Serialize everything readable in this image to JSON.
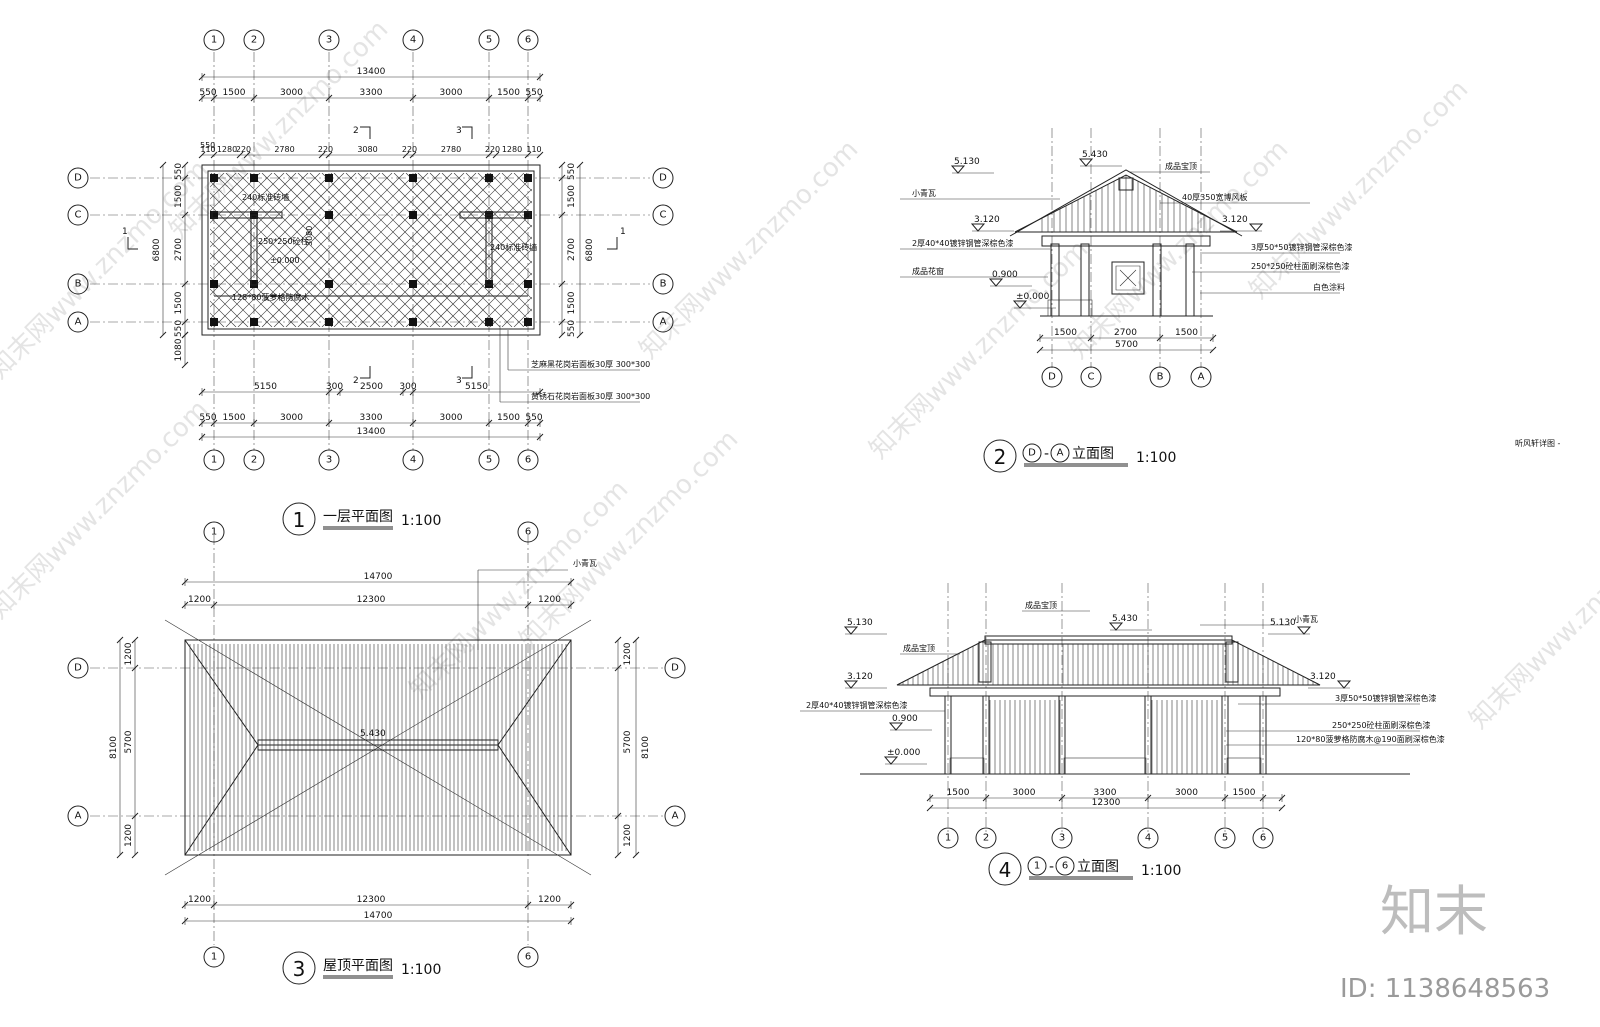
{
  "axes": {
    "numbers": [
      "1",
      "2",
      "3",
      "4",
      "5",
      "6"
    ],
    "letters": [
      "A",
      "B",
      "C",
      "D"
    ]
  },
  "plan1": {
    "title_num": "1",
    "title": "一层平面图",
    "scale": "1:100",
    "top_overall": "13400",
    "top_dims": [
      "550",
      "1500",
      "3000",
      "3300",
      "3000",
      "1500",
      "550"
    ],
    "col_dims": [
      "110",
      "1280",
      "220",
      "2780",
      "220",
      "3080",
      "220",
      "2780",
      "220",
      "1280",
      "110"
    ],
    "left_top": "550",
    "bottom_dims": [
      "5150",
      "300",
      "2500",
      "300",
      "5150"
    ],
    "bottom2_dims": [
      "550",
      "1500",
      "3000",
      "3300",
      "3000",
      "1500",
      "550"
    ],
    "bottom_overall": "13400",
    "side_outer": "6800",
    "side_dims": [
      "550",
      "1500",
      "2700",
      "1500",
      "550"
    ],
    "side_low": "1080",
    "section_marks": [
      "1",
      "2",
      "3"
    ],
    "inner_labels": [
      "240标准砖墙",
      "250*250砼柱",
      "±0.000",
      "3080",
      "128*80菠萝格防腐木",
      "240标准砖墙"
    ],
    "notes": [
      "芝麻黑花岗岩面板30厚 300*300",
      "黄锈石花岗岩面板30厚 300*300"
    ]
  },
  "elev2": {
    "title_num": "2",
    "title_from": "D",
    "title_to": "A",
    "title_suffix": "立面图",
    "scale": "1:100",
    "levels": [
      "5.430",
      "5.130",
      "3.120",
      "3.120",
      "0.900",
      "±0.000"
    ],
    "dims": [
      "1500",
      "2700",
      "1500"
    ],
    "overall": "5700",
    "axis_order": [
      "D",
      "C",
      "B",
      "A"
    ],
    "left_notes": [
      "小青瓦",
      "2厚40*40镀锌钢管深棕色漆",
      "成品花窗"
    ],
    "right_notes": [
      "成品宝顶",
      "40厚350宽博风板",
      "3厚50*50镀锌钢管深棕色漆",
      "250*250砼柱面刷深棕色漆",
      "白色涂料"
    ],
    "sheet_label": "听风轩详图 -"
  },
  "roof3": {
    "title_num": "3",
    "title": "屋顶平面图",
    "scale": "1:100",
    "top_overall": "14700",
    "top_dims": [
      "1200",
      "12300",
      "1200"
    ],
    "bottom_dims": [
      "1200",
      "12300",
      "1200"
    ],
    "bottom_overall": "14700",
    "side_overall": "8100",
    "side_dims": [
      "1200",
      "5700",
      "1200"
    ],
    "level": "5.430",
    "note": "小青瓦"
  },
  "elev4": {
    "title_num": "4",
    "title_from": "1",
    "title_to": "6",
    "title_suffix": "立面图",
    "scale": "1:100",
    "levels": [
      "5.430",
      "5.130",
      "5.130",
      "3.120",
      "3.120",
      "0.900",
      "±0.000"
    ],
    "dims": [
      "1500",
      "3000",
      "3300",
      "3000",
      "1500"
    ],
    "overall": "12300",
    "left_notes": [
      "成品宝顶",
      "成品宝顶",
      "2厚40*40镀锌钢管深棕色漆"
    ],
    "right_notes": [
      "小青瓦",
      "3厚50*50镀锌钢管深棕色漆",
      "250*250砼柱面刷深棕色漆",
      "120*80菠萝格防腐木@190面刷深棕色漆"
    ]
  },
  "watermark": {
    "text": "知末网www.znzmo.com",
    "logo": "知末",
    "id": "ID: 1138648563"
  }
}
